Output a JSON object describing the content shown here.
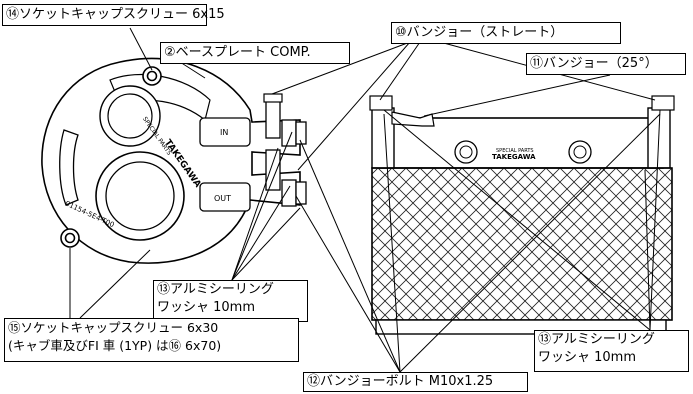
{
  "callouts": {
    "socket_cap_screw_top": "⑭ソケットキャップスクリュー 6x15",
    "base_plate": "②ベースプレート COMP.",
    "banjo_straight": "⑩バンジョー（ストレート）",
    "banjo_25deg": "⑪バンジョー（25°）",
    "alu_ring_left_line1": "⑬アルミシーリング",
    "alu_ring_left_line2": "ワッシャ 10mm",
    "alu_ring_right_line1": "⑬アルミシーリング",
    "alu_ring_right_line2": "ワッシャ 10mm",
    "socket_cap_screw_bottom_line1": "⑮ソケットキャップスクリュー 6x30",
    "socket_cap_screw_bottom_line2": "(キャブ車及びFI 車 (1YP) は⑯ 6x70)",
    "banjo_bolt": "⑫バンジョーボルト M10x1.25"
  },
  "drawing_text": {
    "port_in": "IN",
    "port_out": "OUT",
    "brand_arc_1": "SPECIAL PARTS",
    "brand_arc_2": "TAKEGAWA",
    "part_number": "01154-5E4-T00",
    "cooler_brand_1": "SPECIAL PARTS",
    "cooler_brand_2": "TAKEGAWA"
  }
}
